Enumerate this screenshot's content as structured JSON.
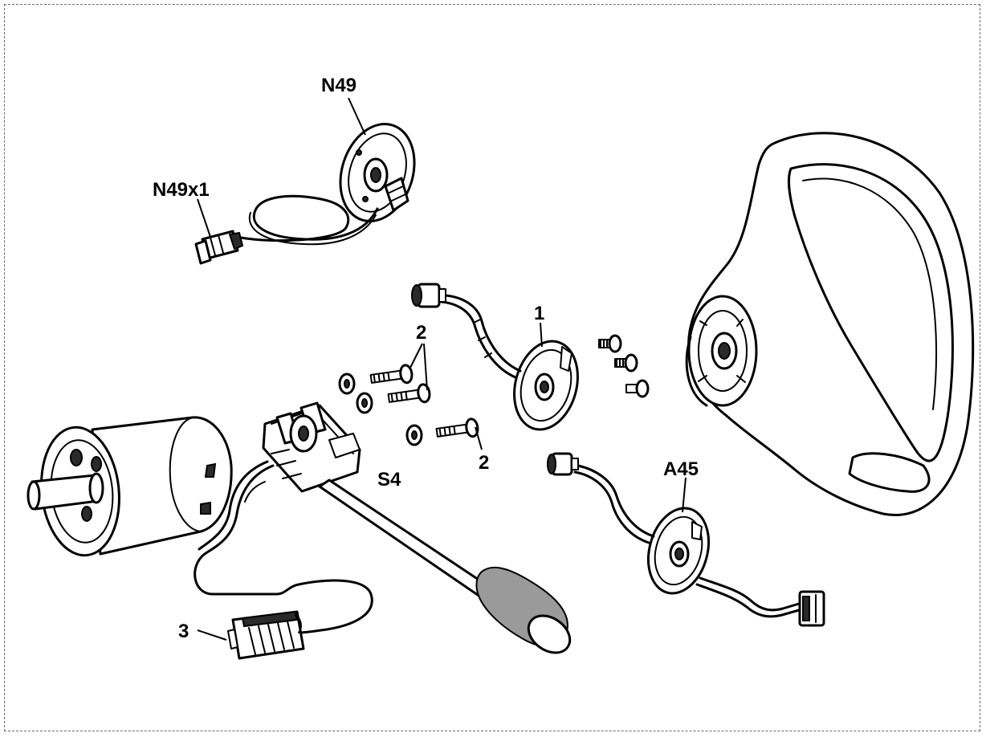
{
  "labels": {
    "n49": "N49",
    "n49x1": "N49x1",
    "part1": "1",
    "part2_top": "2",
    "part2_bottom": "2",
    "s4": "S4",
    "a45": "A45",
    "part3": "3"
  },
  "colors": {
    "line": "#000000",
    "background": "#ffffff",
    "frame": "#6a6a6a"
  }
}
